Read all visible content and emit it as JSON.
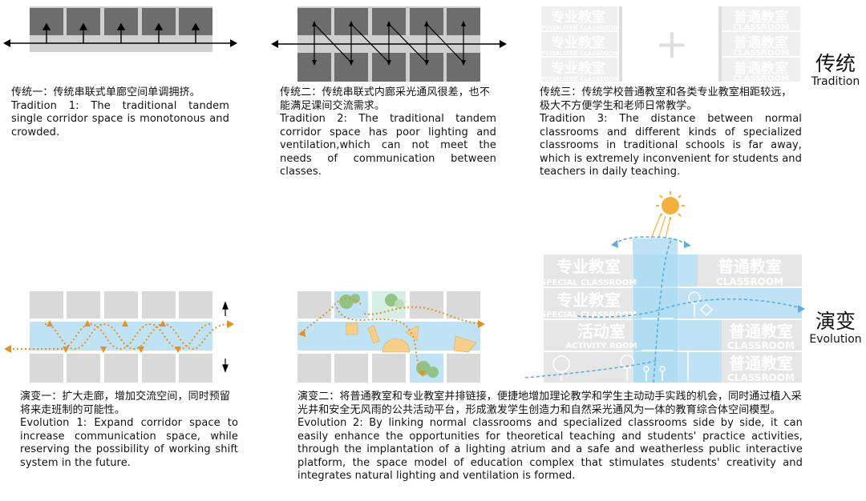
{
  "sections": {
    "tradition": {
      "zh": "传统",
      "en": "Tradition"
    },
    "evolution": {
      "zh": "演变",
      "en": "Evolution"
    }
  },
  "captions": {
    "t1": {
      "zh": "传统一：传统串联式单廊空间单调拥挤。",
      "en": "Tradition 1: The traditional tandem single corridor space is monotonous and crowded."
    },
    "t2": {
      "zh": "传统二：传统串联式内廊采光通风很差，也不能满足课间交流需求。",
      "en": "Tradition 2: The traditional tandem corridor space has poor lighting and ventilation,which can not meet the needs of communication between classes."
    },
    "t3": {
      "zh": "传统三：传统学校普通教室和各类专业教室相距较远，极大不方便学生和老师日常教学。",
      "en": "Tradition 3: The distance between normal classrooms and different kinds of specialized classrooms in traditional schools is far away, which is extremely inconvenient for students and teachers in daily teaching."
    },
    "e1": {
      "zh": "演变一：扩大走廊，增加交流空间，同时预留将来走班制的可能性。",
      "en": "Evolution 1: Expand corridor space to increase communication space, while reserving the possibility of working shift system in the future."
    },
    "e2": {
      "zh": "演变二：将普通教室和专业教室并排链接，便捷地增加理论教学和学生主动动手实践的机会，同时通过植入采光井和安全无风雨的公共活动平台，形成激发学生创造力和自然采光通风为一体的教育综合体空间模型。",
      "en": "Evolution 2: By linking normal classrooms and specialized classrooms side by side, it can easily enhance the opportunities for theoretical teaching and students' practice activities, through the implantation of a lighting atrium and a safe and weatherless public interactive platform, the space model of education complex that stimulates students' creativity and integrates natural lighting and ventilation is formed."
    }
  },
  "diagram_labels": {
    "t3_specialized_zh": "专业教室",
    "t3_specialized_en": "SPECIALIZED CLASSROOM",
    "t3_normal_zh": "普通教室",
    "t3_normal_en": "CLASSROOM",
    "e_special_zh": "专业教室",
    "e_special_en": "SPECIAL CLASSROOM",
    "e_normal_zh": "普通教室",
    "e_normal_en": "CLASSROOM",
    "e_activity_zh": "活动室",
    "e_activity_en": "ACTIVITY ROOM",
    "plus": "+"
  },
  "colors": {
    "dark_room": "#6d6d6d",
    "light_room": "#d9d9d9",
    "corridor_blue": "#bfe3f5",
    "arrow_orange": "#e8901e",
    "sun": "#f4b03c",
    "accent_blue": "#5aaee0"
  }
}
